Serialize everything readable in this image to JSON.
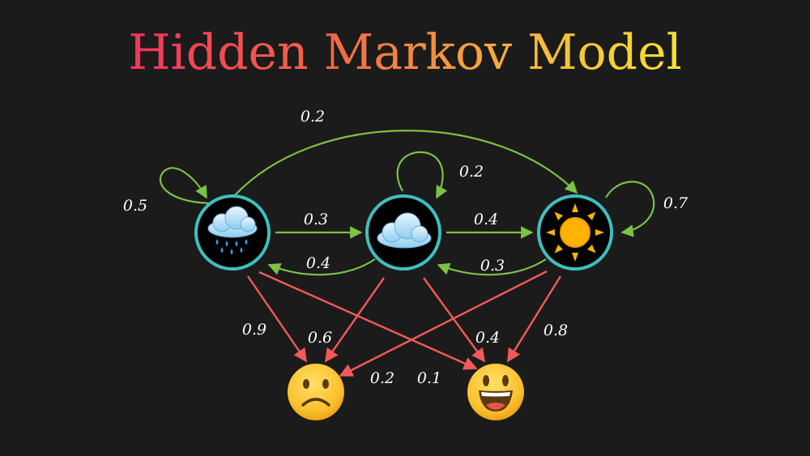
{
  "title": {
    "words": [
      "Hidden",
      "Markov",
      "Model"
    ],
    "gradient": [
      "#f2325f",
      "#f36a45",
      "#f6b43c",
      "#f3e52f"
    ]
  },
  "colors": {
    "background": "#1c1b1b",
    "state_ring": "#3fbfbf",
    "transition": "#7cc245",
    "emission": "#f25a5a",
    "label": "#ffffff"
  },
  "states": [
    {
      "id": "rainy",
      "icon": "rain-cloud-icon"
    },
    {
      "id": "cloudy",
      "icon": "cloud-icon"
    },
    {
      "id": "sunny",
      "icon": "sun-icon"
    }
  ],
  "observations": [
    {
      "id": "sad",
      "icon": "frowning-face-icon"
    },
    {
      "id": "happy",
      "icon": "smiling-face-icon"
    }
  ],
  "transitions": [
    {
      "from": "rainy",
      "to": "rainy",
      "p": "0.5"
    },
    {
      "from": "rainy",
      "to": "cloudy",
      "p": "0.3"
    },
    {
      "from": "rainy",
      "to": "sunny",
      "p": "0.2"
    },
    {
      "from": "cloudy",
      "to": "cloudy",
      "p": "0.2"
    },
    {
      "from": "cloudy",
      "to": "rainy",
      "p": "0.4"
    },
    {
      "from": "cloudy",
      "to": "sunny",
      "p": "0.4"
    },
    {
      "from": "sunny",
      "to": "sunny",
      "p": "0.7"
    },
    {
      "from": "sunny",
      "to": "cloudy",
      "p": "0.3"
    }
  ],
  "emissions": [
    {
      "from": "rainy",
      "to": "sad",
      "p": "0.9"
    },
    {
      "from": "rainy",
      "to": "happy",
      "p": "0.1"
    },
    {
      "from": "cloudy",
      "to": "sad",
      "p": "0.6"
    },
    {
      "from": "cloudy",
      "to": "happy",
      "p": "0.4"
    },
    {
      "from": "sunny",
      "to": "sad",
      "p": "0.2"
    },
    {
      "from": "sunny",
      "to": "happy",
      "p": "0.8"
    }
  ]
}
